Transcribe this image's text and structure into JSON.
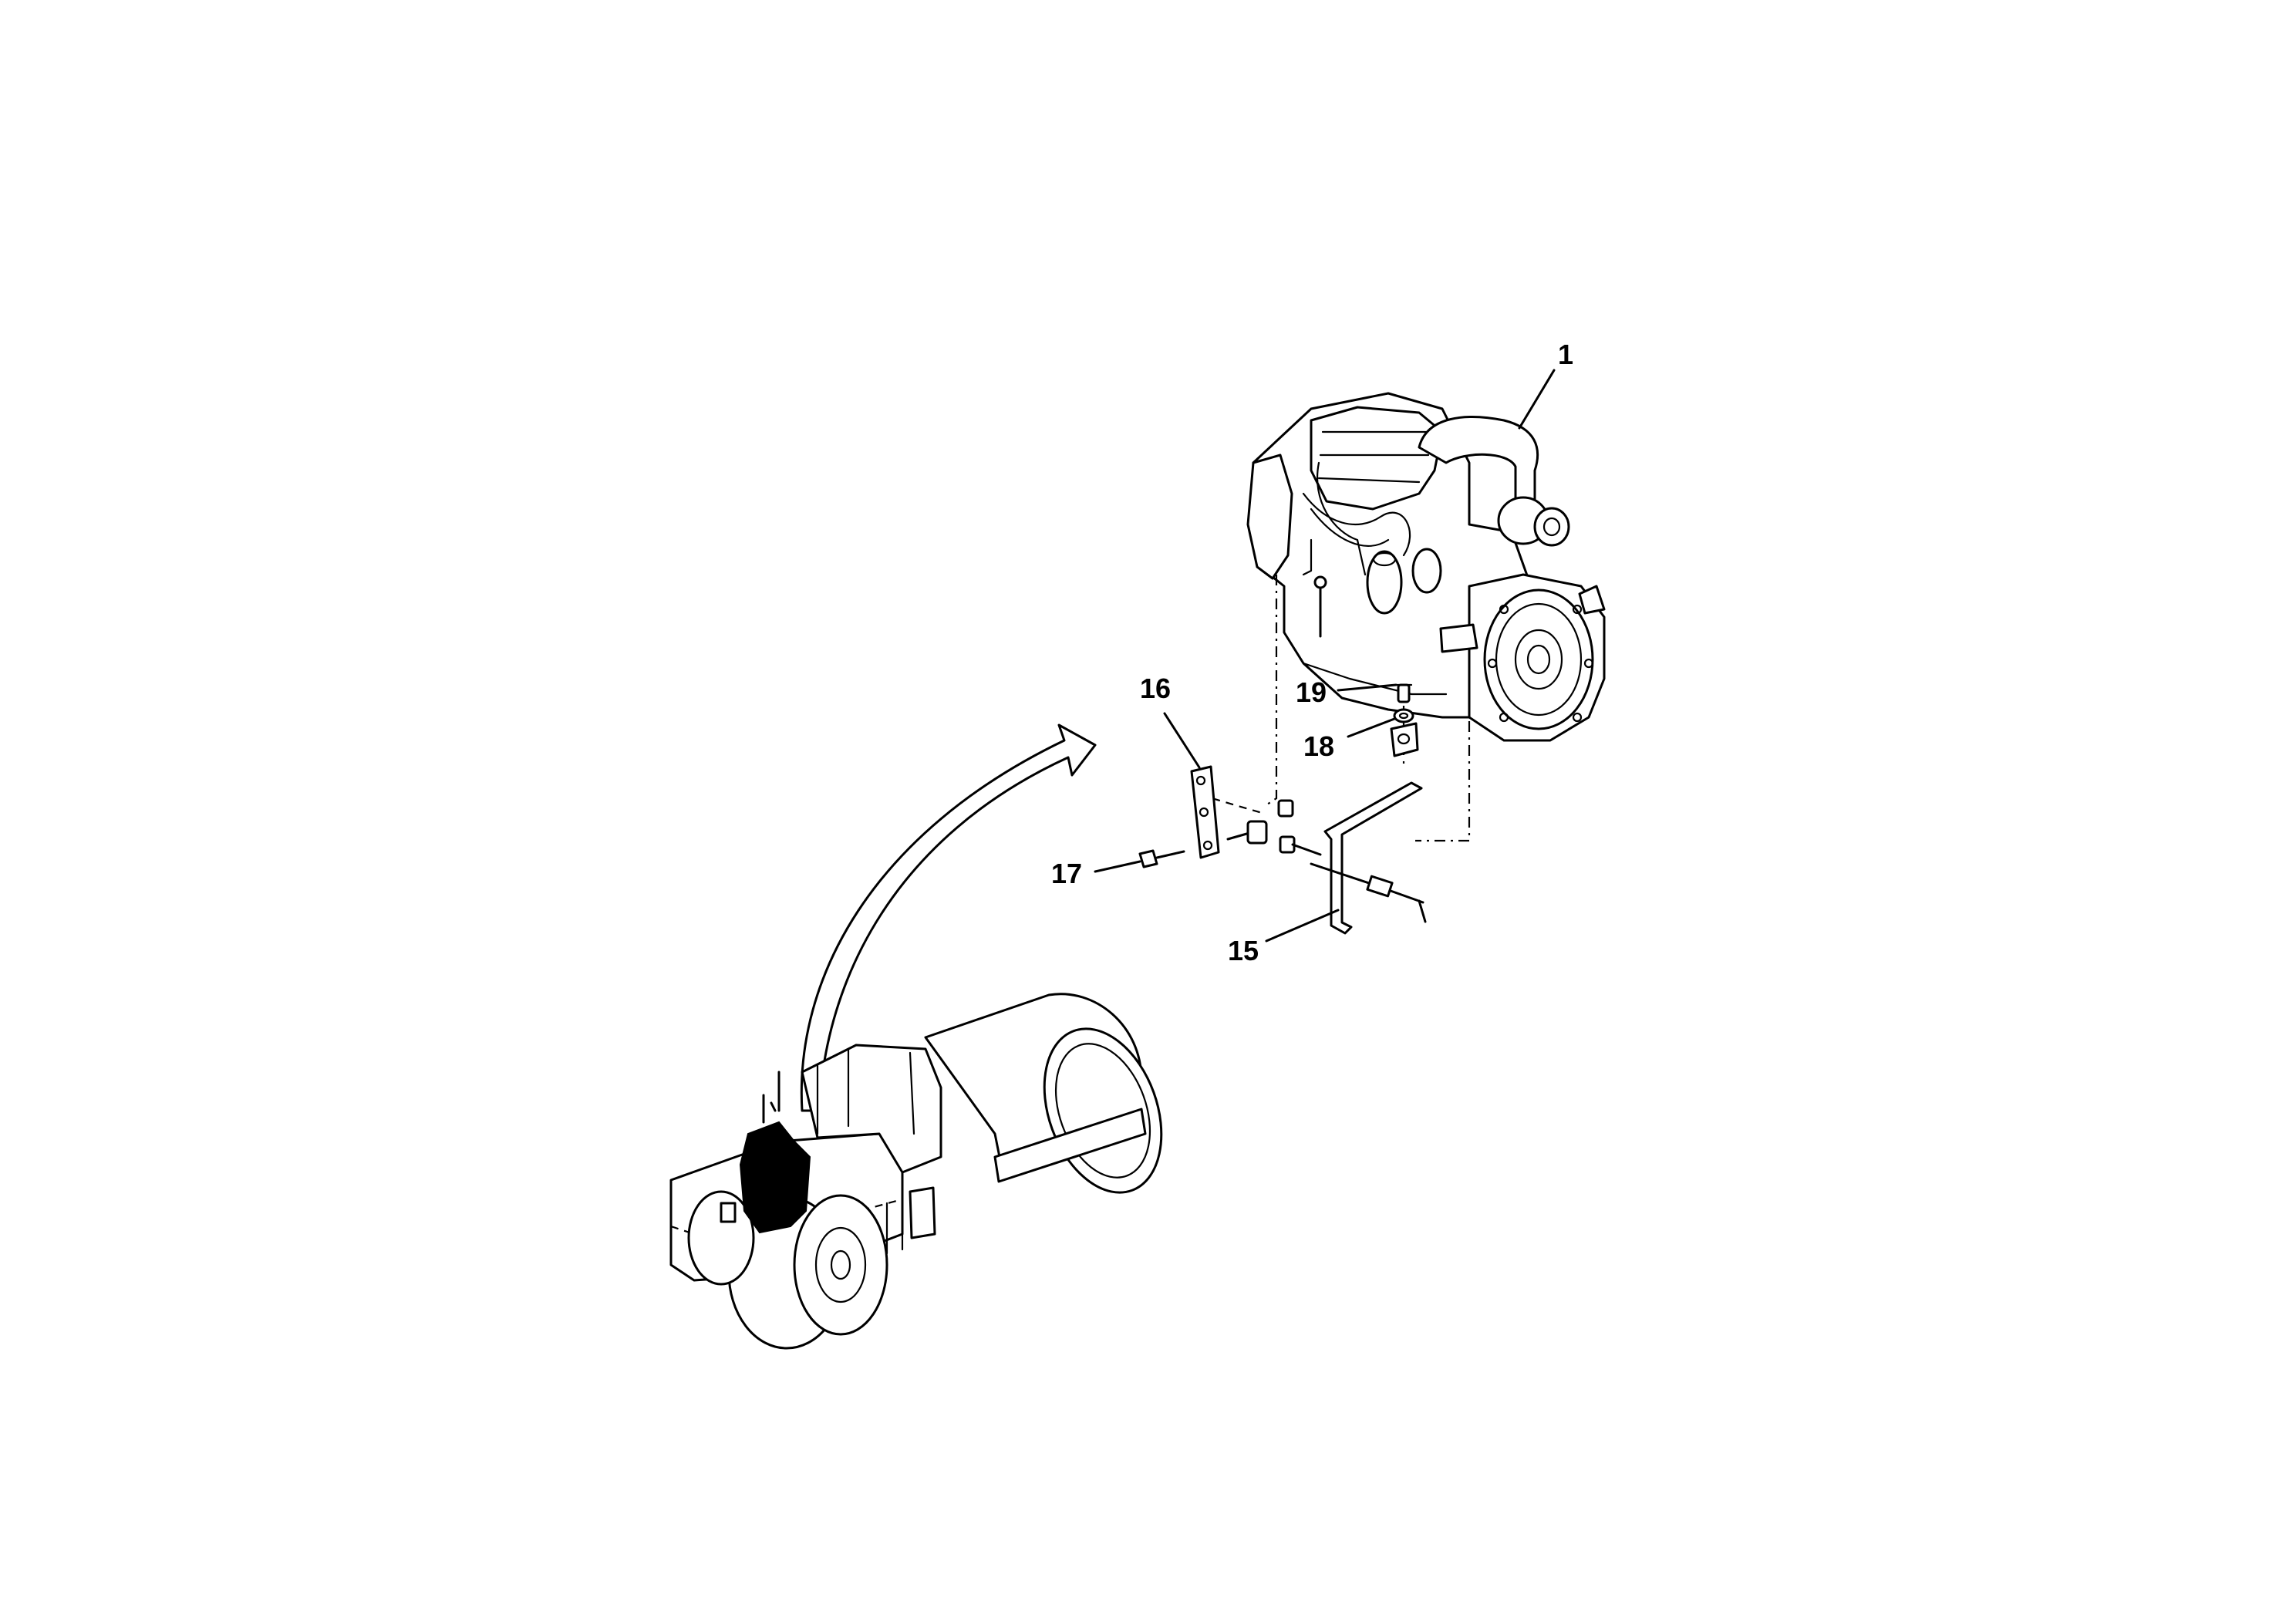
{
  "callouts": {
    "part_1": "1",
    "part_15": "15",
    "part_16": "16",
    "part_17": "17",
    "part_18": "18",
    "part_19": "19"
  },
  "colors": {
    "line": "#000000",
    "background": "#ffffff"
  },
  "icons": [
    "engine-assembly-icon",
    "roller-compactor-icon",
    "location-arrow-icon"
  ]
}
